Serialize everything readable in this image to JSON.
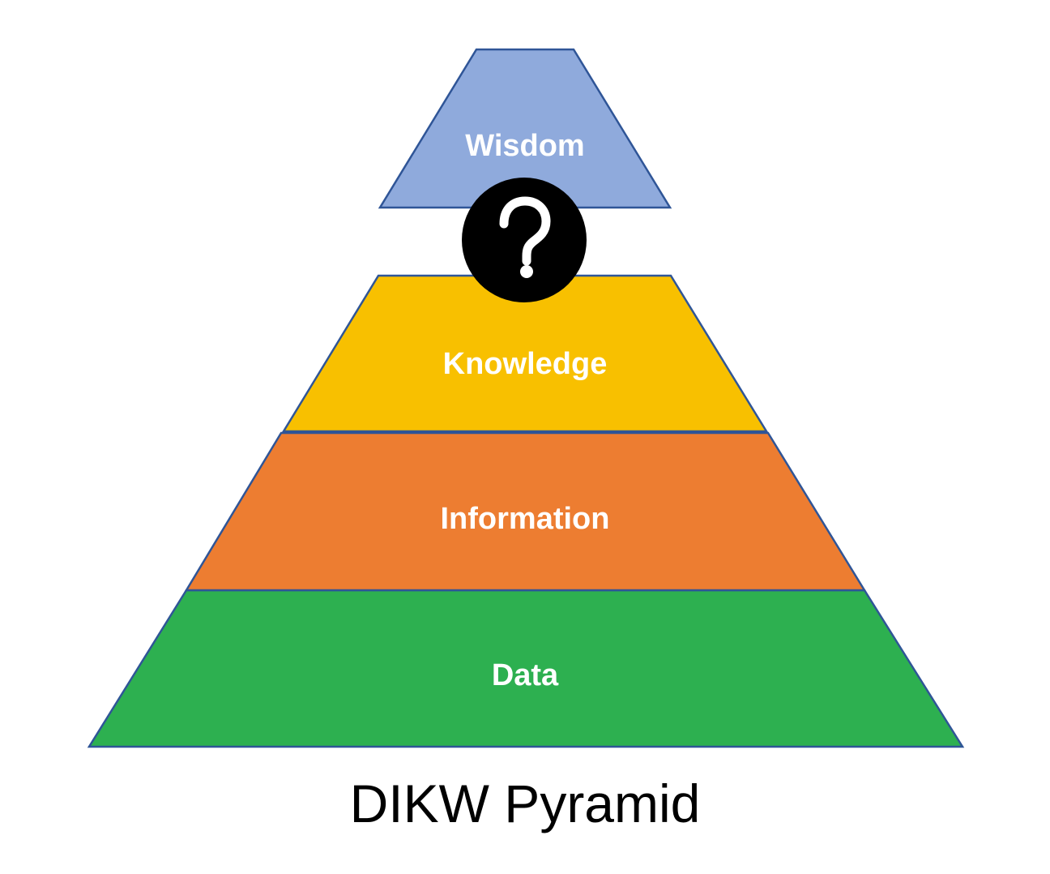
{
  "title": "DIKW Pyramid",
  "layers": [
    {
      "id": "wisdom",
      "label": "Wisdom",
      "color": "#8faadc"
    },
    {
      "id": "knowledge",
      "label": "Knowledge",
      "color": "#f8c000"
    },
    {
      "id": "information",
      "label": "Information",
      "color": "#ed7d31"
    },
    {
      "id": "data",
      "label": "Data",
      "color": "#2db050"
    }
  ],
  "outline_color": "#2f5597",
  "gap_badge": {
    "symbol": "?",
    "icon": "question-mark-icon",
    "color": "#000000"
  }
}
